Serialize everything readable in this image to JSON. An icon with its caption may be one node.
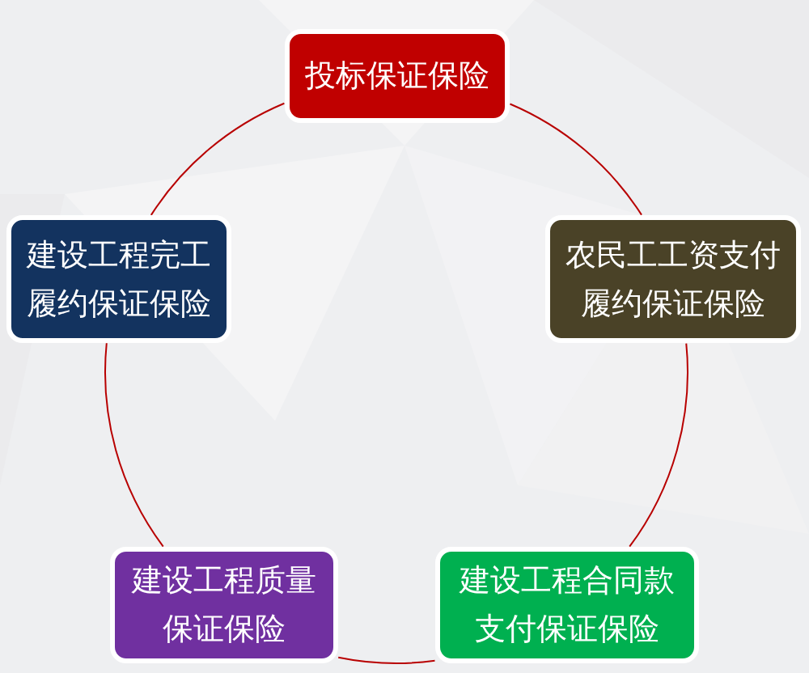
{
  "diagram": {
    "nodes": [
      {
        "text": [
          "投标保证保险"
        ]
      },
      {
        "text": [
          "建设工程完工履约保证保险"
        ]
      },
      {
        "text": [
          "农民工工资支付履约保证保险"
        ]
      },
      {
        "text": [
          "建设工程质量保证保险"
        ]
      },
      {
        "text": [
          "建设工程合同款支付保证保险"
        ]
      }
    ],
    "edges": [
      {
        "from": 0,
        "to": 2,
        "arrow": "none"
      },
      {
        "from": 2,
        "to": 4,
        "arrow": "none"
      },
      {
        "from": 4,
        "to": 3,
        "arrow": "none"
      },
      {
        "from": 3,
        "to": 1,
        "arrow": "none"
      },
      {
        "from": 1,
        "to": 0,
        "arrow": "none"
      }
    ]
  }
}
